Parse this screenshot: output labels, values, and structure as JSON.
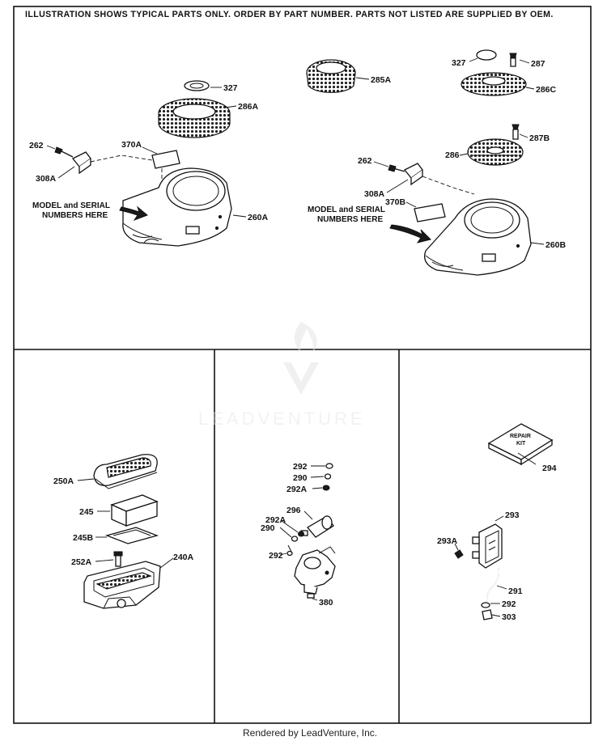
{
  "header": "ILLUSTRATION SHOWS TYPICAL PARTS ONLY. ORDER BY PART NUMBER. PARTS NOT LISTED ARE SUPPLIED BY OEM.",
  "watermark": "LEADVENTURE",
  "footer": "Rendered by LeadVenture, Inc.",
  "notes": {
    "model_serial_left": [
      "MODEL and SERIAL",
      "NUMBERS HERE"
    ],
    "model_serial_right": [
      "MODEL and SERIAL",
      "NUMBERS HERE"
    ]
  },
  "kit_text": [
    "REPAIR",
    "KIT"
  ],
  "labels": {
    "l327a": "327",
    "l286a": "286A",
    "l262a": "262",
    "l370a": "370A",
    "l308a_a": "308A",
    "l260a": "260A",
    "l285a": "285A",
    "l327b": "327",
    "l287": "287",
    "l286c": "286C",
    "l287b": "287B",
    "l286": "286",
    "l262b": "262",
    "l308a_b": "308A",
    "l370b": "370B",
    "l260b": "260B",
    "l250a": "250A",
    "l245": "245",
    "l245b": "245B",
    "l252a": "252A",
    "l240a": "240A",
    "l292a": "292",
    "l290a": "290",
    "l292a_a": "292A",
    "l296": "296",
    "l292a_b": "292A",
    "l290b": "290",
    "l292b": "292",
    "l380": "380",
    "l294": "294",
    "l293": "293",
    "l293a": "293A",
    "l291": "291",
    "l292c": "292",
    "l303": "303"
  }
}
